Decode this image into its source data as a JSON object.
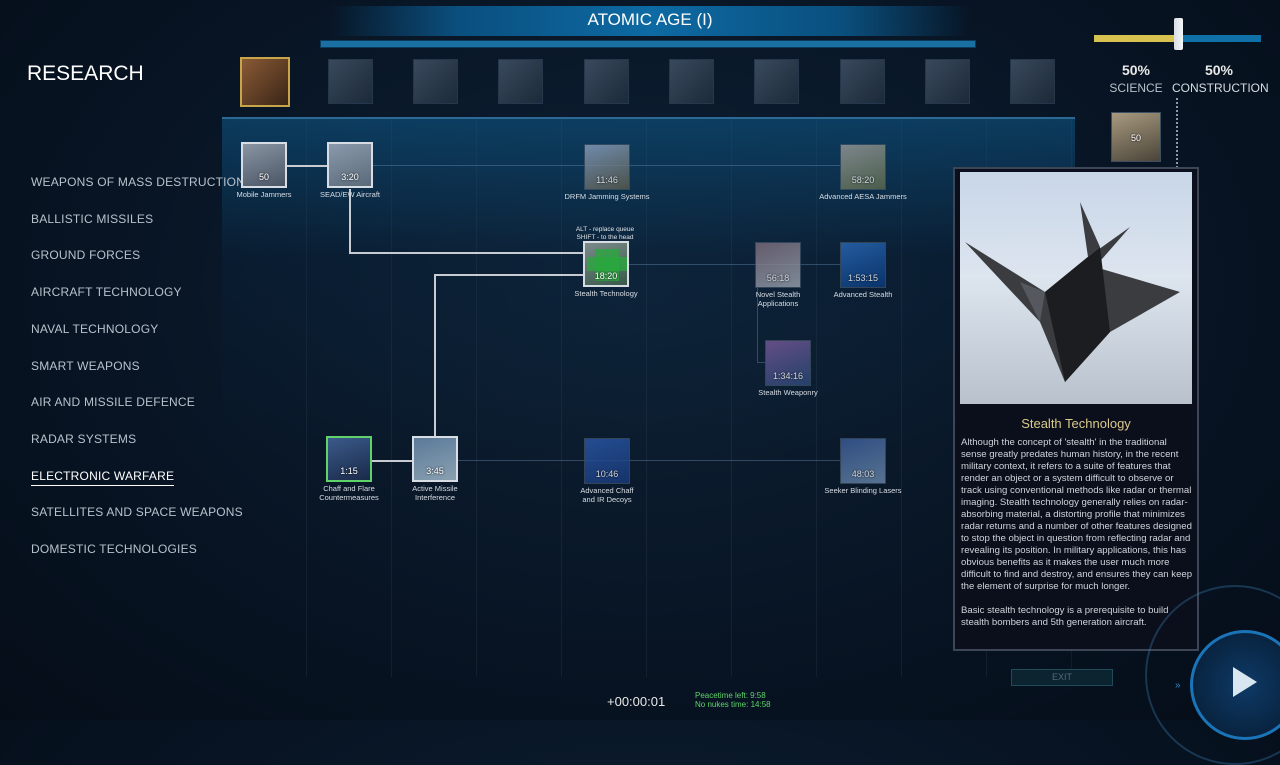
{
  "header": {
    "era_title": "ATOMIC AGE (I)",
    "screen_title": "RESEARCH"
  },
  "eras": [
    "era-1",
    "era-2",
    "era-3",
    "era-4",
    "era-5",
    "era-6",
    "era-7",
    "era-8",
    "era-9",
    "era-10"
  ],
  "categories": [
    "WEAPONS OF MASS DESTRUCTION",
    "BALLISTIC MISSILES",
    "GROUND FORCES",
    "AIRCRAFT TECHNOLOGY",
    "NAVAL TECHNOLOGY",
    "SMART WEAPONS",
    "AIR AND MISSILE DEFENCE",
    "RADAR SYSTEMS",
    "ELECTRONIC WARFARE",
    "SATELLITES AND SPACE WEAPONS",
    "DOMESTIC TECHNOLOGIES"
  ],
  "active_category": "ELECTRONIC WARFARE",
  "nodes": [
    {
      "name": "Mobile Jammers",
      "time": "50",
      "state": "done"
    },
    {
      "name": "SEAD/EW Aircraft",
      "time": "3:20",
      "state": "done"
    },
    {
      "name": "DRFM Jamming Systems",
      "time": "11:46",
      "state": "locked"
    },
    {
      "name": "Advanced AESA Jammers",
      "time": "58:20",
      "state": "locked"
    },
    {
      "name": "Stealth Technology",
      "time": "18:20",
      "state": "hover"
    },
    {
      "name": "Novel Stealth Applications",
      "time": "56:18",
      "state": "locked"
    },
    {
      "name": "Advanced Stealth",
      "time": "1:53:15",
      "state": "locked"
    },
    {
      "name": "Stealth Weaponry",
      "time": "1:34:16",
      "state": "locked"
    },
    {
      "name": "Chaff and Flare Countermeasures",
      "time": "1:15",
      "state": "researching"
    },
    {
      "name": "Active Missile Interference",
      "time": "3:45",
      "state": "done"
    },
    {
      "name": "Advanced Chaff and IR Decoys",
      "time": "10:46",
      "state": "locked"
    },
    {
      "name": "Seeker Blinding Lasers",
      "time": "48:03",
      "state": "locked"
    }
  ],
  "hover_hint": {
    "line1": "ALT - replace queue",
    "line2": "SHIFT - to the head"
  },
  "queue_node": {
    "time": "50"
  },
  "budget": {
    "science_pct": "50%",
    "construction_pct": "50%",
    "science_label": "SCIENCE",
    "construction_label": "CONSTRUCTION",
    "science_fraction": 0.5,
    "science_color": "#d8c24f",
    "construction_color": "#1070a8"
  },
  "info": {
    "title": "Stealth Technology",
    "desc1": "Although the concept of 'stealth' in the traditional sense greatly predates human history, in the recent military context, it refers to a suite of features that render an object or a system difficult to observe or track using conventional methods like radar or thermal imaging. Stealth technology generally relies on radar-absorbing material, a distorting profile that minimizes radar returns and a number of other features designed to stop the object in question from reflecting radar and revealing its position. In military applications, this has obvious benefits as it makes the user much more difficult to find and destroy, and ensures they can keep the element of surprise for much longer.",
    "desc2": "Basic stealth technology is a prerequisite to build stealth bombers and 5th generation aircraft."
  },
  "footer": {
    "game_time": "+00:00:01",
    "peacetime": "Peacetime left: 9:58",
    "no_nukes": "No nukes time: 14:58",
    "exit_label": "EXIT"
  }
}
